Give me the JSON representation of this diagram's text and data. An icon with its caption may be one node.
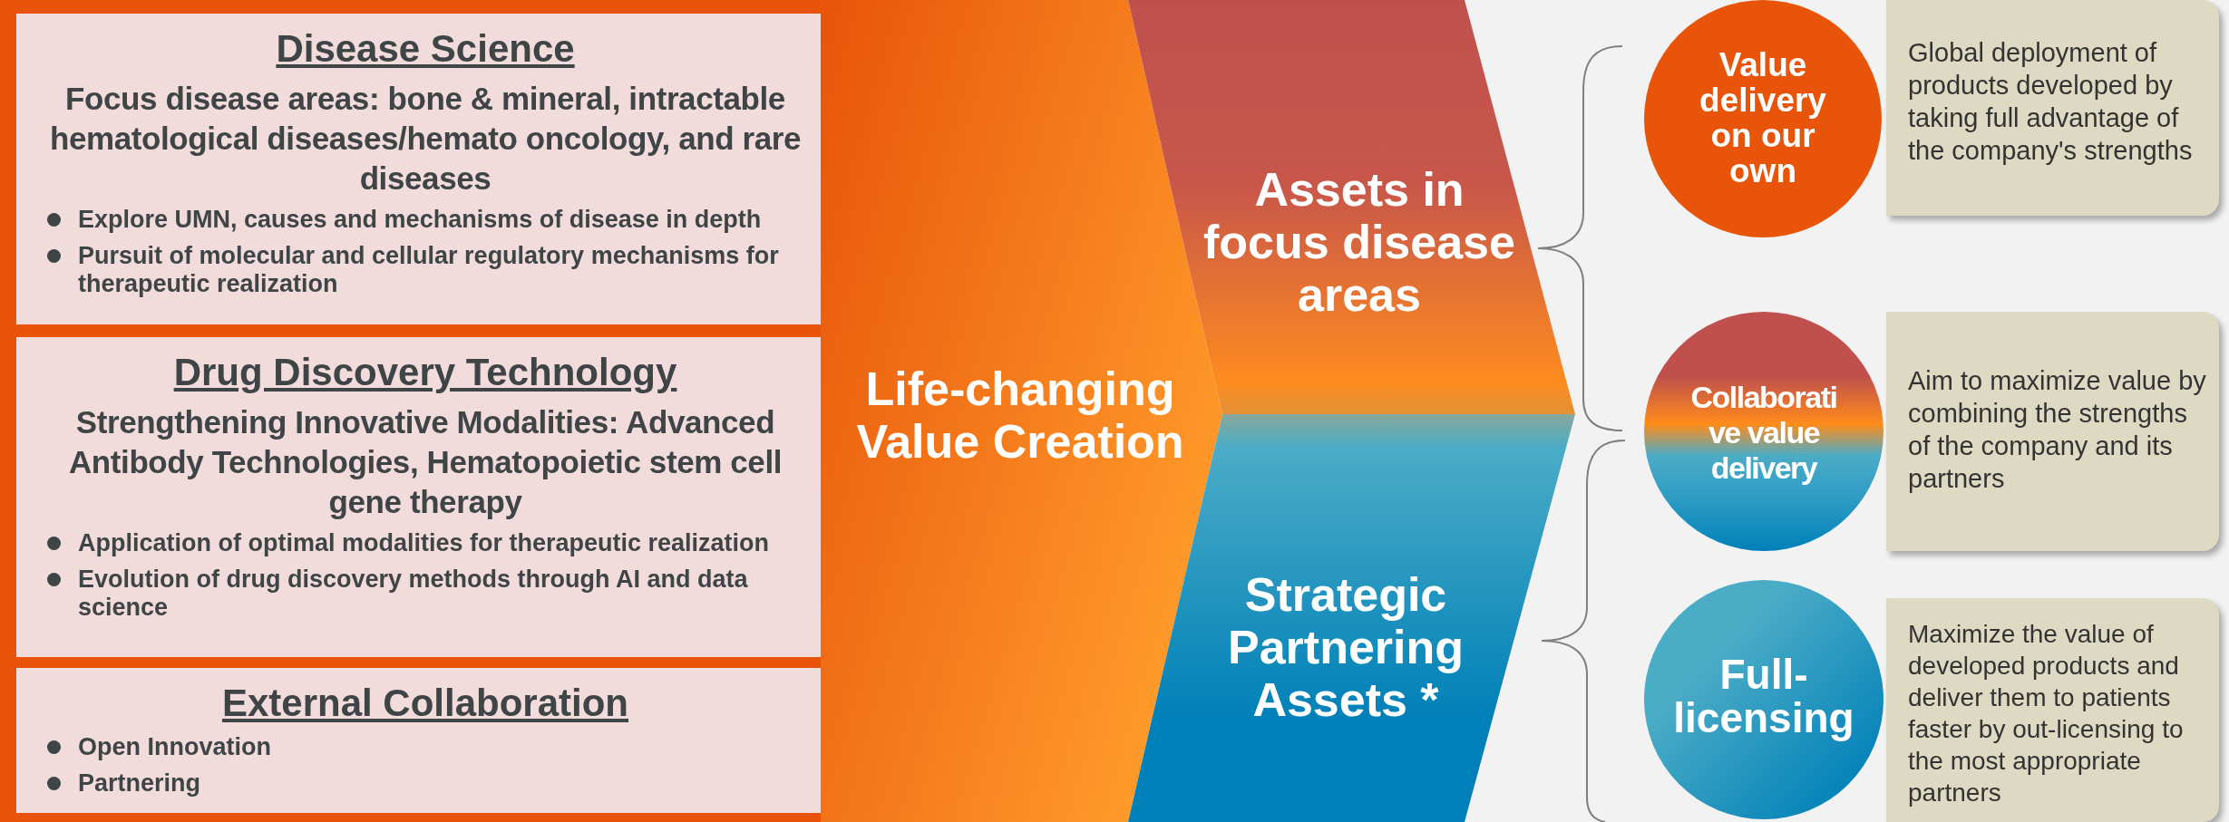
{
  "diagram": {
    "nodes": [
      {
        "text": [
          "Disease Science",
          "Focus disease areas: bone & mineral, intractable hematological diseases/hemato oncology, and rare diseases",
          "Explore UMN, causes and mechanisms of disease in depth",
          "Pursuit of molecular and cellular regulatory mechanisms for therapeutic realization"
        ]
      },
      {
        "text": [
          "Drug Discovery Technology",
          "Strengthening Innovative Modalities: Advanced Antibody Technologies, Hematopoietic stem cell gene therapy",
          "Application of optimal modalities for therapeutic realization",
          "Evolution of drug discovery methods through AI and data science"
        ]
      },
      {
        "text": [
          "External Collaboration",
          "Open Innovation",
          "Partnering"
        ]
      },
      {
        "text": [
          "Life-changing Value Creation"
        ]
      },
      {
        "text": [
          "Assets in focus disease areas"
        ]
      },
      {
        "text": [
          "Strategic Partnering Assets *"
        ]
      },
      {
        "text": [
          "Value delivery on our own"
        ]
      },
      {
        "text": [
          "Global deployment of products developed by taking full advantage of the company's strengths"
        ]
      },
      {
        "text": [
          "Collaborative value delivery"
        ]
      },
      {
        "text": [
          "Aim to maximize value by combining the strengths of the company and its partners"
        ]
      },
      {
        "text": [
          "Full-licensing"
        ]
      },
      {
        "text": [
          "Maximize the value of developed products and deliver them to patients faster by out-licensing to the most appropriate partners"
        ]
      }
    ]
  }
}
